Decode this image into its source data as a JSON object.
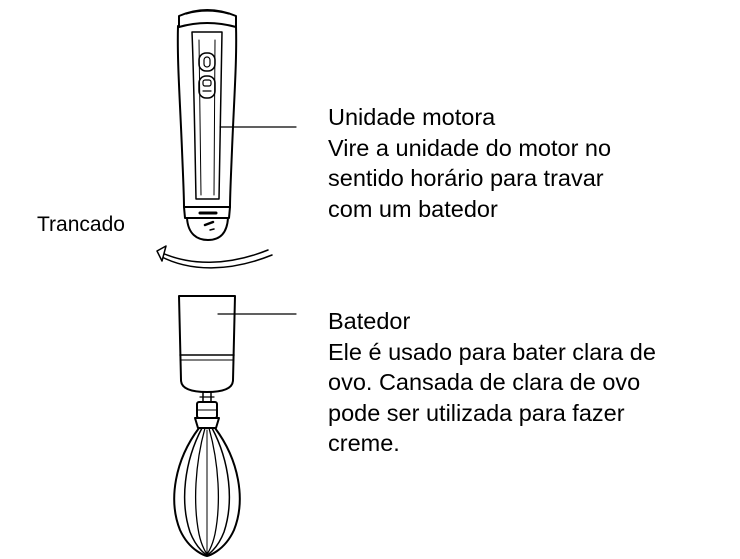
{
  "locked_label": "Trancado",
  "motor_unit": {
    "title": "Unidade motora",
    "lines": [
      "Vire a unidade do motor no",
      "sentido horário para travar",
      "com um batedor"
    ]
  },
  "whisk": {
    "title": "Batedor",
    "lines": [
      "Ele é usado para bater clara de",
      "ovo. Cansada de clara de ovo",
      "pode ser utilizada para fazer",
      "creme."
    ]
  }
}
